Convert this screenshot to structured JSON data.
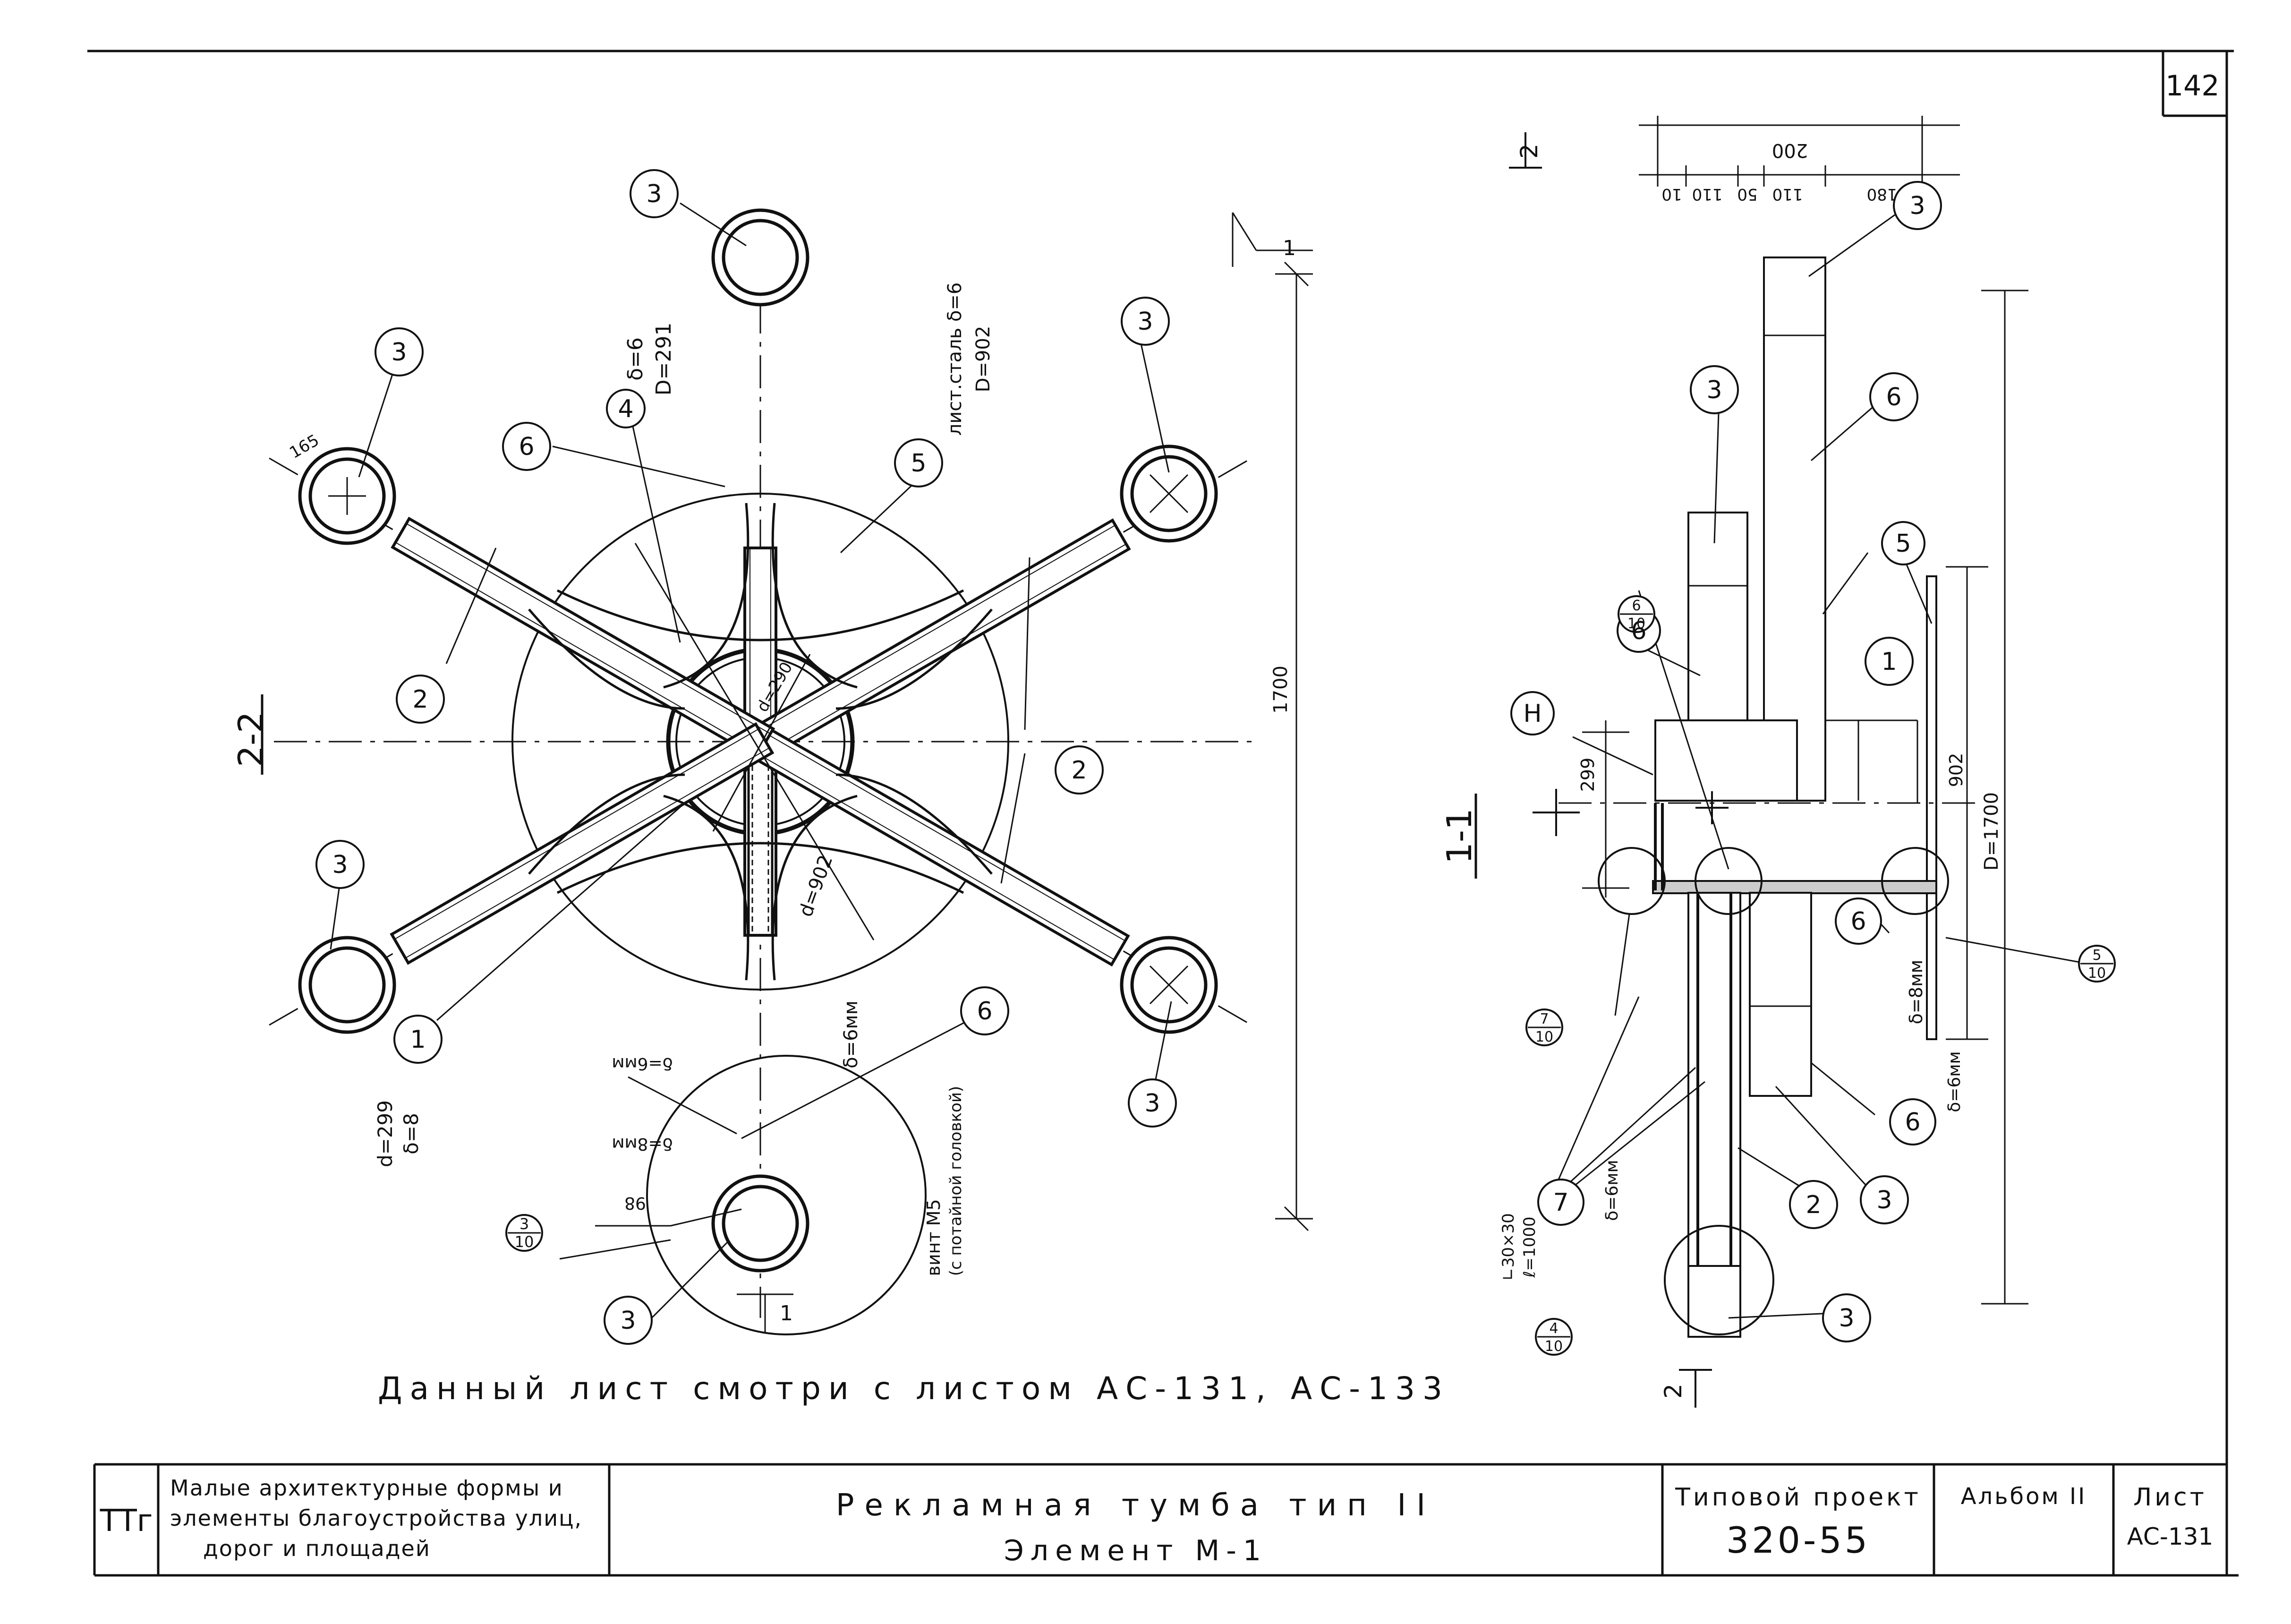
{
  "sheet_number_top": "142",
  "plan_view": {
    "section_mark": "2-2",
    "arm_callouts": [
      "3",
      "3",
      "3",
      "3",
      "3",
      "3"
    ],
    "part_labels": {
      "p6_a": "6",
      "p6_b": "6",
      "p4": "4",
      "p5": "5",
      "p2_a": "2",
      "p2_b": "2",
      "p1": "1"
    },
    "pipe_note_line1": "δ=6",
    "pipe_note_line2": "D=291",
    "sheet_note_line1": "лист.сталь δ=6",
    "sheet_note_line2": "D=902",
    "dim_165": "165",
    "dim_d290": "d=290",
    "dim_d902": "d=902",
    "dim_1700": "1700",
    "pipe_left_line1": "d=299",
    "pipe_left_line2": "δ=8",
    "wall_6mm": "δ=6мм",
    "weld_6mm": "δ=6мм",
    "weld_8mm": "δ=8мм",
    "weld_98": "98",
    "detail_ref_num": "3",
    "detail_ref_den": "10",
    "screw_line1": "винт М5",
    "screw_line2": "(с потайной головкой)",
    "section_mark_1": "1",
    "section_arrow_top": "1",
    "section_arrow_bottom": "1"
  },
  "section_view": {
    "section_mark": "1-1",
    "view_mark_top": "2",
    "view_mark_bottom": "2",
    "dim_200": "200",
    "dims_small": [
      "10",
      "110",
      "50",
      "110",
      "180"
    ],
    "callouts": {
      "c3_top": "3",
      "c3_mid": "3",
      "c6_top": "6",
      "c5": "5",
      "c1": "1",
      "c6_left": "6",
      "cH": "Н",
      "c6_bottom": "6",
      "c6_right": "6",
      "c3_bottom": "3",
      "c2": "2",
      "c7": "7",
      "c3_base": "3"
    },
    "detail_top_num": "6",
    "detail_top_den": "10",
    "detail_left_num": "7",
    "detail_left_den": "10",
    "detail_right_num": "5",
    "detail_right_den": "10",
    "detail_bottom_num": "4",
    "detail_bottom_den": "10",
    "dim_299": "299",
    "dim_902": "902",
    "dim_D1700": "D=1700",
    "label_8mm": "δ=8мм",
    "label_6mm_a": "δ=6мм",
    "label_6mm_b": "δ=6мм",
    "angle_line1": "∟30×30",
    "angle_line2": "ℓ=1000"
  },
  "note": "Данный лист смотри с листом АС-131, АС-133",
  "title_block": {
    "code": "ТТг",
    "category_line1": "Малые архитектурные формы и",
    "category_line2": "элементы благоустройства улиц,",
    "category_line3": "дорог и площадей",
    "title_line1": "Рекламная тумба тип II",
    "title_line2": "Элемент М-1",
    "project_label": "Типовой проект",
    "project_number": "320-55",
    "album": "Альбом II",
    "sheet_label": "Лист",
    "sheet_code": "АС-131"
  }
}
